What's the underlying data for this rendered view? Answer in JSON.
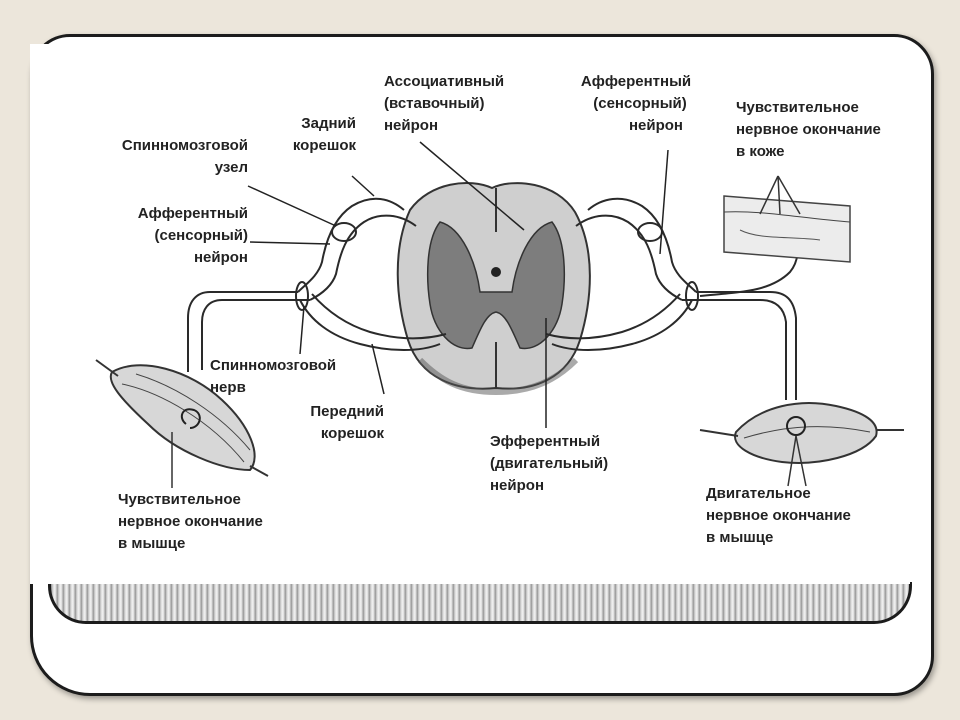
{
  "labels": {
    "spinal_ganglion": [
      "Спинномозговой",
      "узел"
    ],
    "dorsal_root": [
      "Задний",
      "корешок"
    ],
    "association_neuron": [
      "Ассоциативный",
      "(вставочный)",
      "нейрон"
    ],
    "afferent_neuron_right": [
      "Афферентный",
      "(сенсорный)",
      "нейрон"
    ],
    "skin_receptor": [
      "Чувствительное",
      "нервное окончание",
      "в коже"
    ],
    "afferent_neuron_left": [
      "Афферентный",
      "(сенсорный)",
      "нейрон"
    ],
    "spinal_nerve": [
      "Спинномозговой",
      "нерв"
    ],
    "ventral_root": [
      "Передний",
      "корешок"
    ],
    "efferent_neuron": [
      "Эфферентный",
      "(двигательный)",
      "нейрон"
    ],
    "muscle_receptor": [
      "Чувствительное",
      "нервное окончание",
      "в мышце"
    ],
    "motor_ending": [
      "Двигательное",
      "нервное окончание",
      "в мышце"
    ]
  }
}
